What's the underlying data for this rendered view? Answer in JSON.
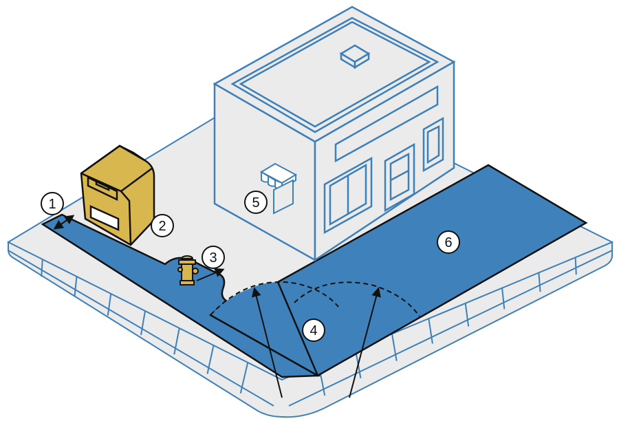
{
  "colors": {
    "outline": "#3d7fb8",
    "zone": "#3f82bb",
    "ground": "#ebebeb",
    "mailbox": "#d8b84e",
    "hydrant": "#d8b84e",
    "ink": "#111111"
  },
  "callouts": [
    {
      "id": "label-1",
      "text": "1"
    },
    {
      "id": "label-2",
      "text": "2"
    },
    {
      "id": "label-3",
      "text": "3"
    },
    {
      "id": "label-4",
      "text": "4"
    },
    {
      "id": "label-5",
      "text": "5"
    },
    {
      "id": "label-6",
      "text": "6"
    }
  ],
  "icons": [
    "mailbox-icon",
    "fire-hydrant-icon",
    "awning-icon",
    "building-icon",
    "door-icon",
    "window-icon"
  ]
}
